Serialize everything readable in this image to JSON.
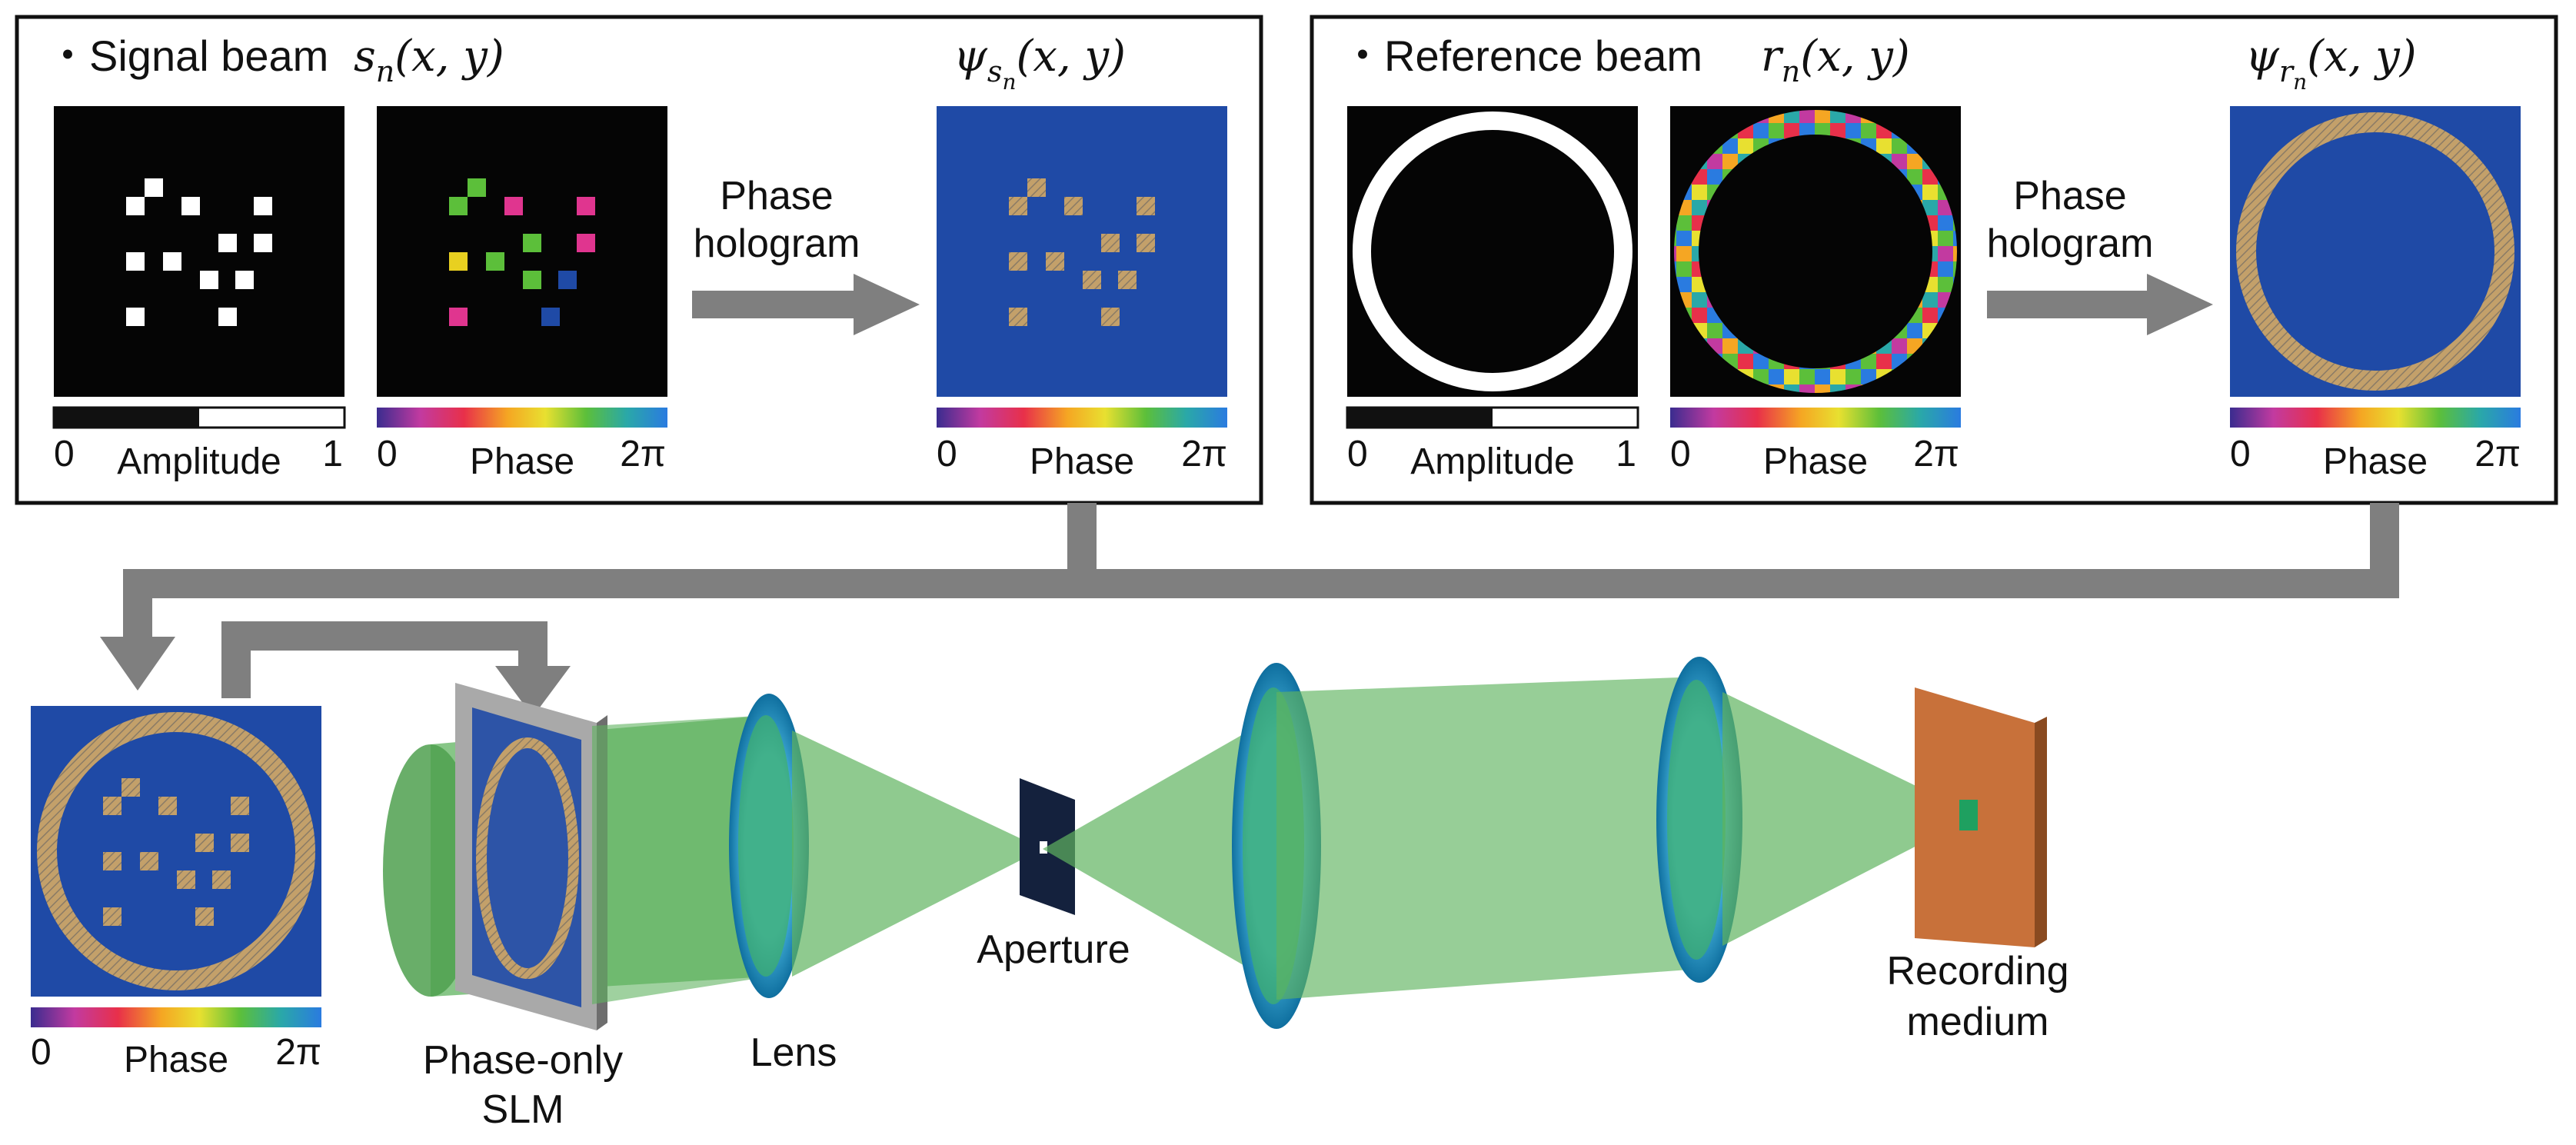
{
  "signal_panel": {
    "heading": "・Signal beam",
    "symbol": "s",
    "symbol_sub": "n",
    "symbol_args": "(x, y)",
    "psi_symbol": "ψ",
    "psi_sub": "s",
    "psi_subsub": "n",
    "psi_args": "(x, y)",
    "amp_min": "0",
    "amp_label": "Amplitude",
    "amp_max": "1",
    "phase_min": "0",
    "phase_label": "Phase",
    "phase_max": "2π",
    "arrow_line1": "Phase",
    "arrow_line2": "hologram",
    "out_phase_min": "0",
    "out_phase_label": "Phase",
    "out_phase_max": "2π"
  },
  "reference_panel": {
    "heading": "・Reference beam",
    "symbol": "r",
    "symbol_sub": "n",
    "symbol_args": "(x, y)",
    "psi_symbol": "ψ",
    "psi_sub": "r",
    "psi_subsub": "n",
    "psi_args": "(x, y)",
    "amp_min": "0",
    "amp_label": "Amplitude",
    "amp_max": "1",
    "phase_min": "0",
    "phase_label": "Phase",
    "phase_max": "2π",
    "arrow_line1": "Phase",
    "arrow_line2": "hologram",
    "out_phase_min": "0",
    "out_phase_label": "Phase",
    "out_phase_max": "2π"
  },
  "combined": {
    "phase_min": "0",
    "phase_label": "Phase",
    "phase_max": "2π"
  },
  "optics": {
    "slm_line1": "Phase-only",
    "slm_line2": "SLM",
    "lens": "Lens",
    "aperture": "Aperture",
    "medium_line1": "Recording",
    "medium_line2": "medium"
  },
  "colors": {
    "hologram_blue": "#1f4aa6",
    "beam_green": "#5fb35f",
    "lens_blue": "#1d8fc0",
    "arrow_gray": "#7f7f7f",
    "medium_orange": "#c8713a"
  }
}
